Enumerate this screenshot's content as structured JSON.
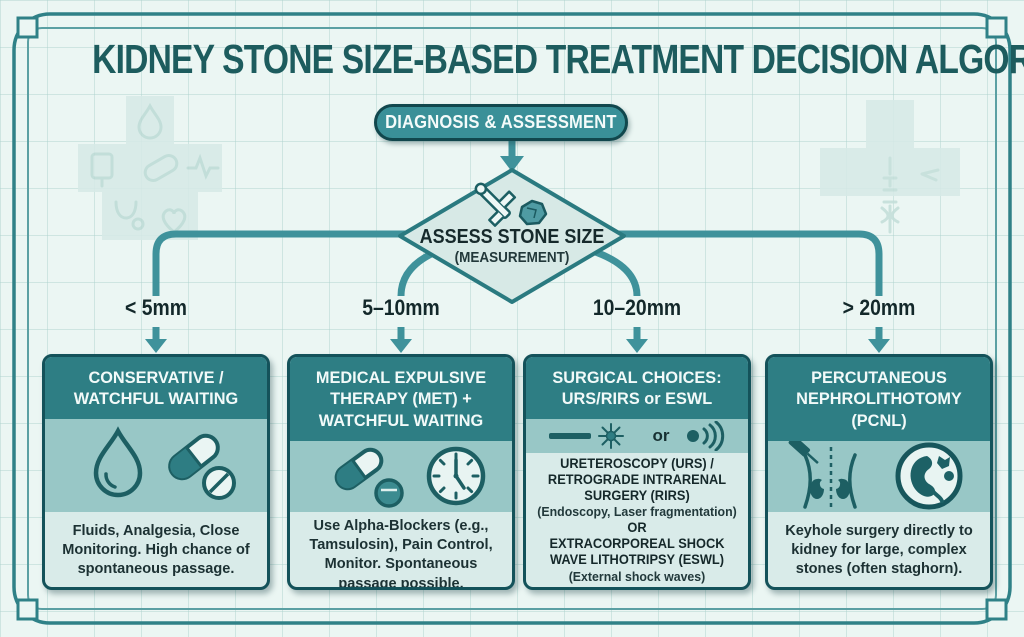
{
  "title": "KIDNEY STONE SIZE-BASED TREATMENT DECISION ALGORITHM",
  "colors": {
    "background": "#ebf6f3",
    "accent_teal": "#3a9098",
    "dark_teal": "#1d5f63",
    "card_header_teal": "#2e7e84",
    "icon_band_teal": "#98c7c6",
    "body_tint": "#d9ebe9",
    "connector_teal": "#3f929b",
    "frame_teal": "#2f8187",
    "title_color": "#1d5c5e"
  },
  "flow": {
    "start": "DIAGNOSIS & ASSESSMENT",
    "decision": "ASSESS STONE SIZE",
    "decision_sub": "(MEASUREMENT)",
    "decision_icons": [
      "caliper-icon",
      "stone-icon"
    ]
  },
  "branches": [
    {
      "size": "< 5mm",
      "card": {
        "header": "CONSERVATIVE / WATCHFUL WAITING",
        "icons": [
          "water-drop-icon",
          "capsule-and-tablet-icon"
        ],
        "body": "Fluids, Analgesia, Close Monitoring. High chance of spontaneous passage."
      }
    },
    {
      "size": "5–10mm",
      "card": {
        "header": "MEDICAL EXPULSIVE THERAPY (MET) + WATCHFUL WAITING",
        "icons": [
          "capsule-and-pill-icon",
          "clock-icon"
        ],
        "body": "Use Alpha-Blockers (e.g., Tamsulosin), Pain Control, Monitor. Spontaneous passage possible."
      }
    },
    {
      "size": "10–20mm",
      "card": {
        "header": "SURGICAL CHOICES: URS/RIRS or ESWL",
        "icons": [
          "laser-icon",
          "shockwave-icon"
        ],
        "icon_separator": "or",
        "body_lines": [
          {
            "text": "URETEROSCOPY (URS) / RETROGRADE INTRARENAL SURGERY (RIRS)",
            "style": "bold"
          },
          {
            "text": "(Endoscopy, Laser fragmentation)",
            "style": "normal"
          },
          {
            "text": "OR",
            "style": "bold"
          },
          {
            "text": "EXTRACORPOREAL SHOCK WAVE LITHOTRIPSY (ESWL)",
            "style": "bold"
          },
          {
            "text": "(External shock waves)",
            "style": "normal"
          }
        ]
      }
    },
    {
      "size": "> 20mm",
      "card": {
        "header": "PERCUTANEOUS NEPHROLITHOTOMY (PCNL)",
        "icons": [
          "pcnl-syringe-body-icon",
          "kidney-staghorn-icon"
        ],
        "body": "Keyhole surgery directly to kidney for large, complex stones (often staghorn)."
      }
    }
  ]
}
